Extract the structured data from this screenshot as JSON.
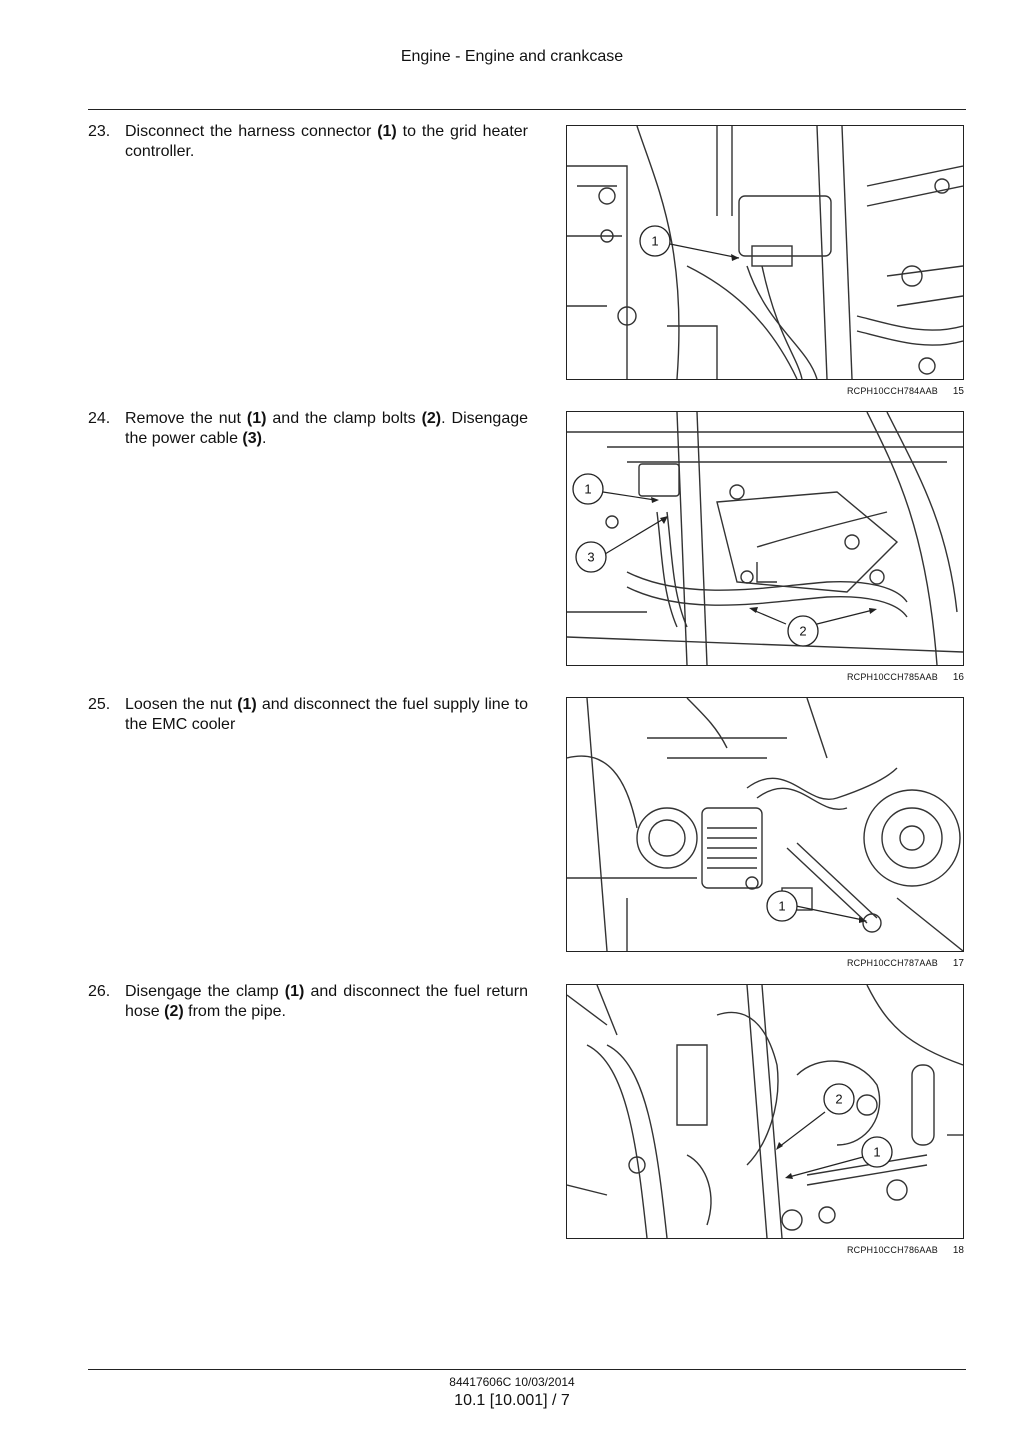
{
  "header": {
    "title": "Engine - Engine and crankcase"
  },
  "steps": [
    {
      "number": "23.",
      "text_html": "Disconnect the harness connector <b>(1)</b> to the grid heater controller."
    },
    {
      "number": "24.",
      "text_html": "Remove the nut <b>(1)</b> and the clamp bolts <b>(2)</b>. Disengage the power cable <b>(3)</b>."
    },
    {
      "number": "25.",
      "text_html": "Loosen the nut <b>(1)</b> and disconnect the fuel supply line to the EMC cooler"
    },
    {
      "number": "26.",
      "text_html": "Disengage the clamp <b>(1)</b> and disconnect the fuel return hose <b>(2)</b> from the pipe."
    }
  ],
  "figures": [
    {
      "image_id": "RCPH10CCH784AAB",
      "figure_number": "15",
      "callouts": [
        "1"
      ]
    },
    {
      "image_id": "RCPH10CCH785AAB",
      "figure_number": "16",
      "callouts": [
        "1",
        "3",
        "2"
      ]
    },
    {
      "image_id": "RCPH10CCH787AAB",
      "figure_number": "17",
      "callouts": [
        "1"
      ]
    },
    {
      "image_id": "RCPH10CCH786AAB",
      "figure_number": "18",
      "callouts": [
        "2",
        "1"
      ]
    }
  ],
  "footer": {
    "doc_ref": "84417606C 10/03/2014",
    "page_ref": "10.1 [10.001] / 7"
  }
}
